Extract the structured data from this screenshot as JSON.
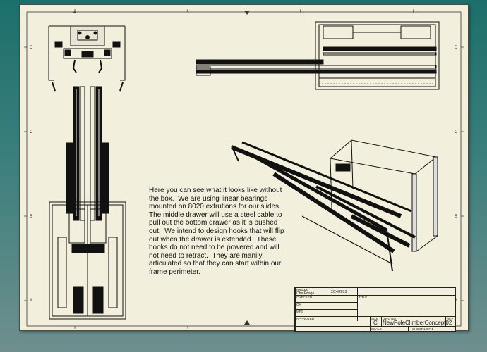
{
  "sheet": {
    "zone_columns": [
      "4",
      "3",
      "2",
      "1"
    ],
    "zone_rows": [
      "D",
      "C",
      "B",
      "A"
    ]
  },
  "note": {
    "text": "Here you can see what it looks like without the box.  We are using linear bearings mounted on 8020 extrutions for our slides.  The middle drawer will use a steel cable to pull out the bottom drawer as it is pushed out.  We intend to design hooks that will flip out when the drawer is extended.  These hooks do not need to be powered and will not need to retract.  They are manily articulated so that they can start within our frame perimeter."
  },
  "title_block": {
    "drawn_label": "DRAWN",
    "drawn_by": "Che Edoga",
    "drawn_date": "2/24/2013",
    "checked_label": "CHECKED",
    "qa_label": "QA",
    "mfg_label": "MFG",
    "approved_label": "APPROVED",
    "title_label": "TITLE",
    "size_label": "SIZE",
    "size_value": "C",
    "dwg_no_label": "DWG NO",
    "dwg_no_value": "NewPoleClimberConcept02",
    "rev_label": "REV",
    "scale_label": "SCALE",
    "sheet_label": "SHEET 1  OF 1"
  }
}
